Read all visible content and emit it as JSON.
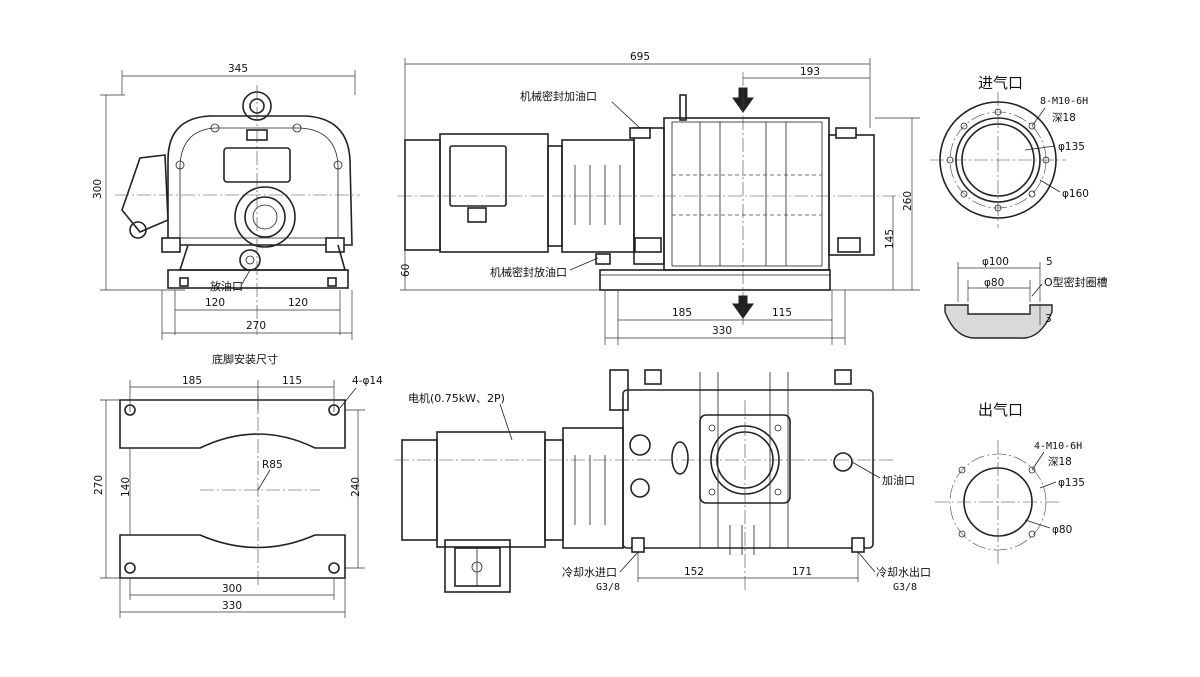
{
  "dimensions": {
    "front_width": "345",
    "front_height": "300",
    "foot_left": "120",
    "foot_right": "120",
    "foot_total": "270",
    "side_length": "695",
    "side_inlet_offset": "193",
    "side_height": "260",
    "side_center_height": "145",
    "side_base_height": "60",
    "side_base_left": "185",
    "side_base_right": "115",
    "side_base_total": "330",
    "base_185": "185",
    "base_115": "115",
    "base_height": "270",
    "base_inner": "140",
    "base_hole_span": "240",
    "base_width_300": "300",
    "base_width_330": "330",
    "base_radius": "R85",
    "base_holes": "4-φ14",
    "top_152": "152",
    "top_171": "171",
    "inlet_bolts": "8-M10-6H",
    "inlet_depth": "深18",
    "inlet_d135": "φ135",
    "inlet_d160": "φ160",
    "groove_d100": "φ100",
    "groove_d80": "φ80",
    "groove_5": "5",
    "groove_3": "3",
    "outlet_bolts": "4-M10-6H",
    "outlet_depth": "深18",
    "outlet_d135": "φ135",
    "outlet_d80": "φ80"
  },
  "labels": {
    "drain_port": "放油口",
    "mech_seal_fill": "机械密封加油口",
    "mech_seal_drain": "机械密封放油口",
    "base_title": "底脚安装尺寸",
    "motor": "电机(0.75kW、2P)",
    "oil_fill": "加油口",
    "cool_in": "冷却水进口",
    "cool_in_thread": "G3/8",
    "cool_out": "冷却水出口",
    "cool_out_thread": "G3/8",
    "inlet_title": "进气口",
    "o_ring": "O型密封圈槽",
    "outlet_title": "出气口"
  }
}
